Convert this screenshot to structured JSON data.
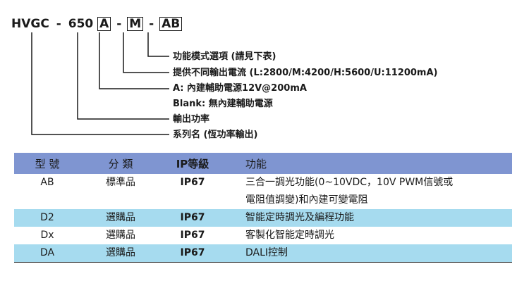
{
  "model_code": {
    "parts": [
      "HVGC",
      "-",
      "650",
      "A",
      "-",
      "M",
      "-",
      "AB"
    ]
  },
  "legend": [
    "功能模式選項 (請見下表)",
    "提供不同輸出電流 (L:2800/M:4200/H:5600/U:11200mA)",
    "A: 內建輔助電源12V@200mA",
    "Blank: 無內建輔助電源",
    "輸出功率",
    "系列名 (恆功率輸出)"
  ],
  "table": {
    "headers": [
      "型 號",
      "分 類",
      "IP等級",
      "功能"
    ],
    "rows": [
      {
        "model": "AB",
        "category": "標準品",
        "ip": "IP67",
        "function": "三合一調光功能(0~10VDC，10V PWM信號或",
        "function2": "電阻值調變)和內建可變電阻",
        "highlight": false
      },
      {
        "model": "D2",
        "category": "選購品",
        "ip": "IP67",
        "function": "智能定時調光及編程功能",
        "highlight": true
      },
      {
        "model": "Dx",
        "category": "選購品",
        "ip": "IP67",
        "function": "客製化智能定時調光",
        "highlight": false
      },
      {
        "model": "DA",
        "category": "選購品",
        "ip": "IP67",
        "function": "DALI控制",
        "highlight": true
      }
    ]
  },
  "colors": {
    "header_bg": "#7f95d1",
    "highlight_row": "#a6dbef"
  }
}
